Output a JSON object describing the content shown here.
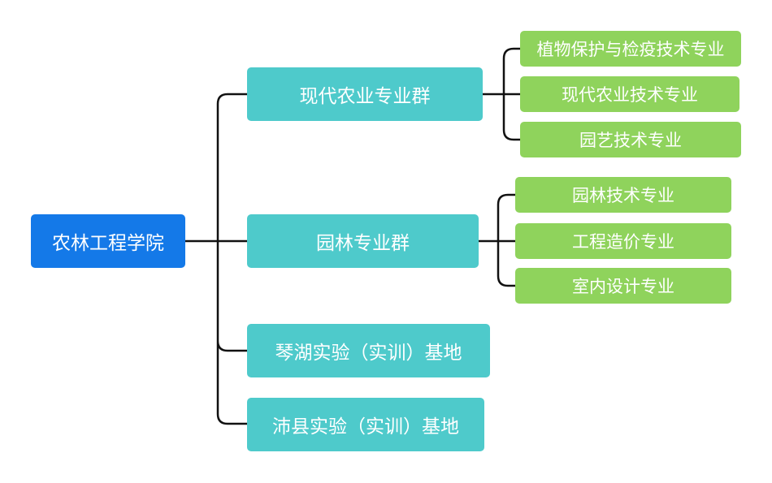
{
  "root": {
    "label": "农林工程学院",
    "color": "#1479e8"
  },
  "groups": [
    {
      "label": "现代农业专业群",
      "children": [
        "植物保护与检疫技术专业",
        "现代农业技术专业",
        "园艺技术专业"
      ]
    },
    {
      "label": "园林专业群",
      "children": [
        "园林技术专业",
        "工程造价专业",
        "室内设计专业"
      ]
    },
    {
      "label": "琴湖实验（实训）基地",
      "children": []
    },
    {
      "label": "沛县实验（实训）基地",
      "children": []
    }
  ],
  "colors": {
    "group": "#4ecacb",
    "leaf": "#8fd35c",
    "line": "#111111"
  }
}
